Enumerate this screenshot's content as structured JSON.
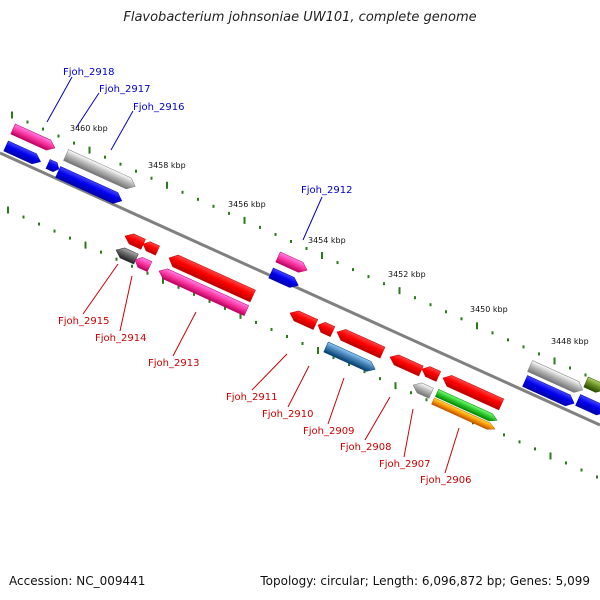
{
  "title": "Flavobacterium johnsoniae UW101, complete genome",
  "footer": {
    "accession": "Accession: NC_009441",
    "summary": "Topology: circular; Length: 6,096,872 bp; Genes: 5,099"
  },
  "colors": {
    "label_top": "#0000cc",
    "label_bottom": "#cc0000",
    "backbone": "#808080",
    "tick": "#2a7a1a",
    "magenta": "#ff3aa3",
    "blue": "#0000ee",
    "grey": "#b8b8b8",
    "red": "#ff0000",
    "darkgrey": "#666666",
    "steelblue": "#4682b4",
    "green": "#33cc33",
    "orange": "#ff9900",
    "olive": "#6b8e23"
  },
  "scale_labels": [
    "3460 kbp",
    "3458 kbp",
    "3456 kbp",
    "3454 kbp",
    "3452 kbp",
    "3450 kbp",
    "3448 kbp"
  ],
  "genes_top": [
    "Fjoh_2918",
    "Fjoh_2917",
    "Fjoh_2916",
    "Fjoh_2912"
  ],
  "genes_bottom": [
    "Fjoh_2915",
    "Fjoh_2914",
    "Fjoh_2913",
    "Fjoh_2911",
    "Fjoh_2910",
    "Fjoh_2909",
    "Fjoh_2908",
    "Fjoh_2907",
    "Fjoh_2906"
  ]
}
